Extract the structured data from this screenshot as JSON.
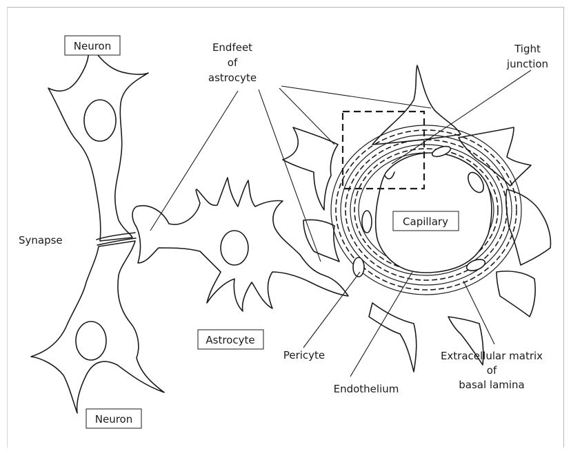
{
  "labels": {
    "neuron_top": "Neuron",
    "neuron_bottom": "Neuron",
    "endfeet_line1": "Endfeet",
    "endfeet_line2": "of",
    "endfeet_line3": "astrocyte",
    "tight_line1": "Tight",
    "tight_line2": "junction",
    "synapse": "Synapse",
    "capillary": "Capillary",
    "astrocyte": "Astrocyte",
    "pericyte": "Pericyte",
    "endothelium": "Endothelium",
    "ecm_line1": "Extracellular matrix",
    "ecm_line2": "of",
    "ecm_line3": "basal lamina"
  },
  "colors": {
    "ink": "#1a1a1a",
    "frame": "#b8b8b8",
    "background": "#ffffff"
  }
}
